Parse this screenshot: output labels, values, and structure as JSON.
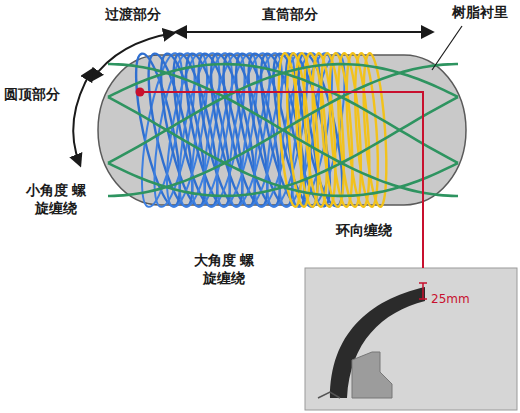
{
  "diagram": {
    "labels": [
      "过渡部分",
      "直筒部分",
      "树脂衬里",
      "圆顶部分",
      "小角度 螺旋缠绕",
      "大角度 螺旋缠绕",
      "环向缠绕",
      "25mm"
    ]
  }
}
